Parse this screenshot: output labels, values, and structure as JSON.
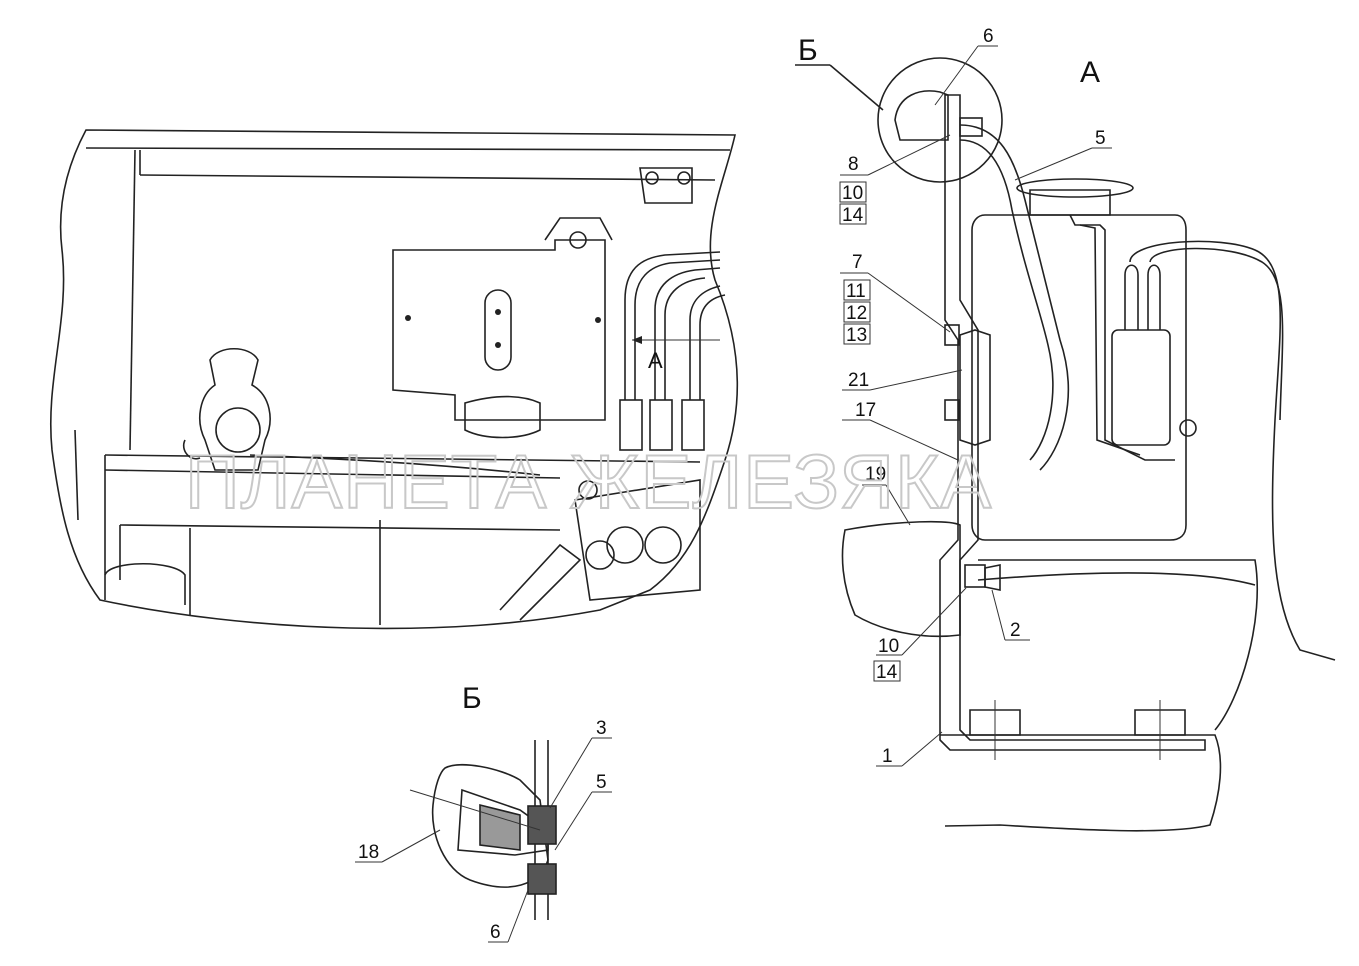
{
  "view_labels": {
    "view_a_main": "А",
    "view_a_arrow": "А",
    "view_b_title": "Б",
    "view_b_callout": "Б"
  },
  "callouts": {
    "c6_top": "6",
    "c5_top": "5",
    "c8": "8",
    "c10_a": "10",
    "c14_a": "14",
    "c7": "7",
    "c11": "11",
    "c12": "12",
    "c13": "13",
    "c21": "21",
    "c17": "17",
    "c19": "19",
    "c2": "2",
    "c10_b": "10",
    "c14_b": "14",
    "c1": "1",
    "c3": "3",
    "c5_b": "5",
    "c18": "18",
    "c6_b": "6"
  },
  "watermark": "ПЛАНЕТА ЖЕЛЕЗЯКА"
}
